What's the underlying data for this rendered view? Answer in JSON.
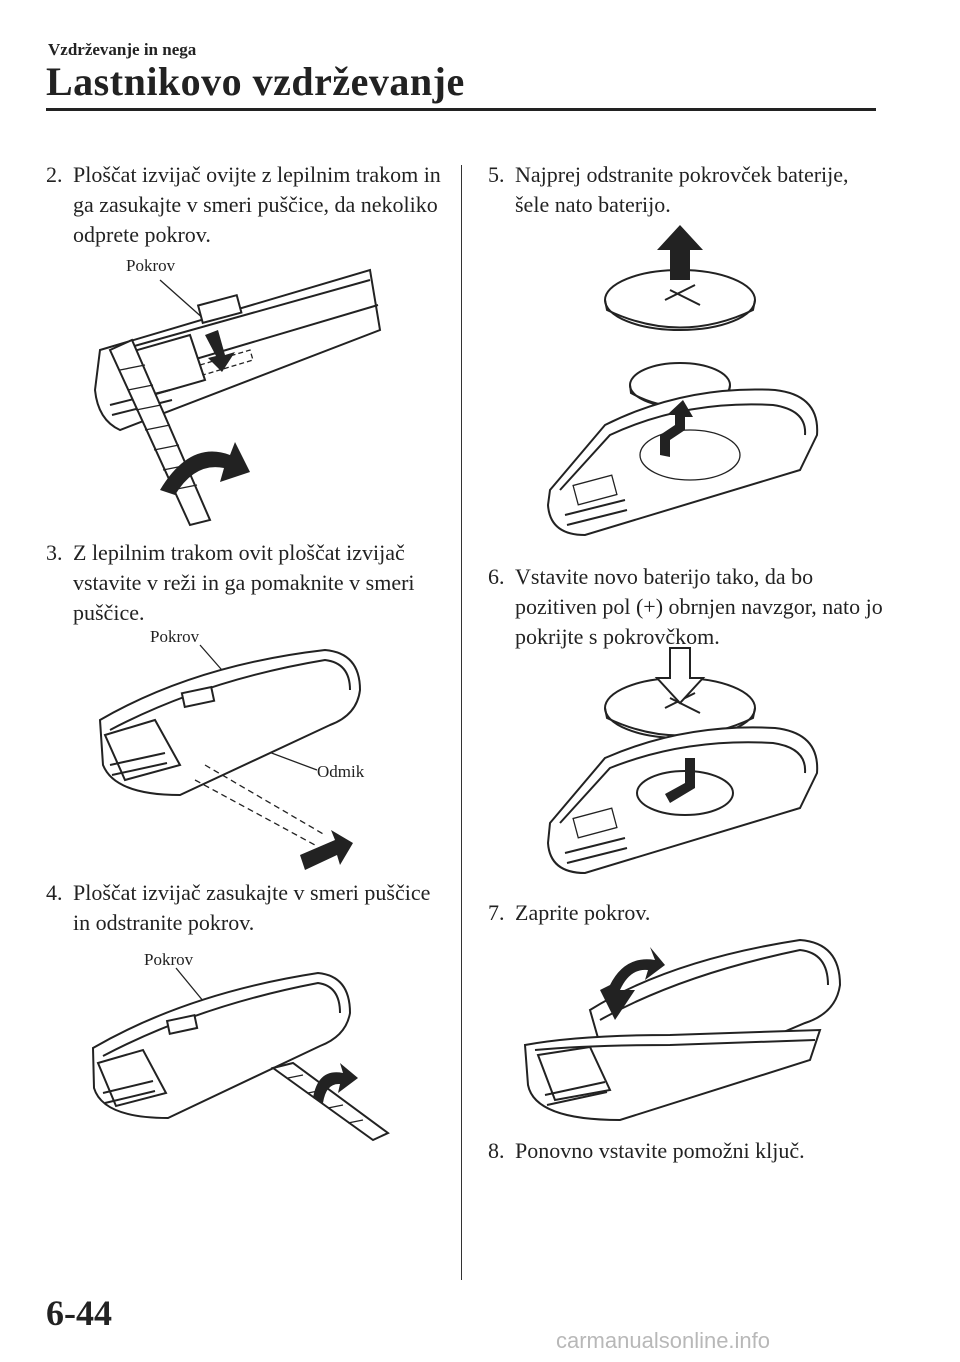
{
  "header": {
    "section": "Vzdrževanje in nega",
    "title": "Lastnikovo vzdrževanje"
  },
  "steps": [
    {
      "num": "2.",
      "text": "Ploščat izvijač ovijte z lepilnim trakom in ga zasukajte v smeri puščice, da nekoliko odprete pokrov."
    },
    {
      "num": "3.",
      "text": "Z lepilnim trakom ovit ploščat izvijač vstavite v reži in ga pomaknite v smeri puščice."
    },
    {
      "num": "4.",
      "text": "Ploščat izvijač zasukajte v smeri puščice in odstranite pokrov."
    },
    {
      "num": "5.",
      "text": "Najprej odstranite pokrovček baterije, šele nato baterijo."
    },
    {
      "num": "6.",
      "text": "Vstavite novo baterijo tako, da bo pozitiven pol (+) obrnjen navzgor, nato jo pokrijte s pokrovčkom."
    },
    {
      "num": "7.",
      "text": "Zaprite pokrov."
    },
    {
      "num": "8.",
      "text": "Ponovno vstavite pomožni ključ."
    }
  ],
  "labels": {
    "fig2_cover": "Pokrov",
    "fig3_cover": "Pokrov",
    "fig3_gap": "Odmik",
    "fig4_cover": "Pokrov"
  },
  "footer": {
    "page_number": "6-44",
    "watermark": "carmanualsonline.info"
  }
}
